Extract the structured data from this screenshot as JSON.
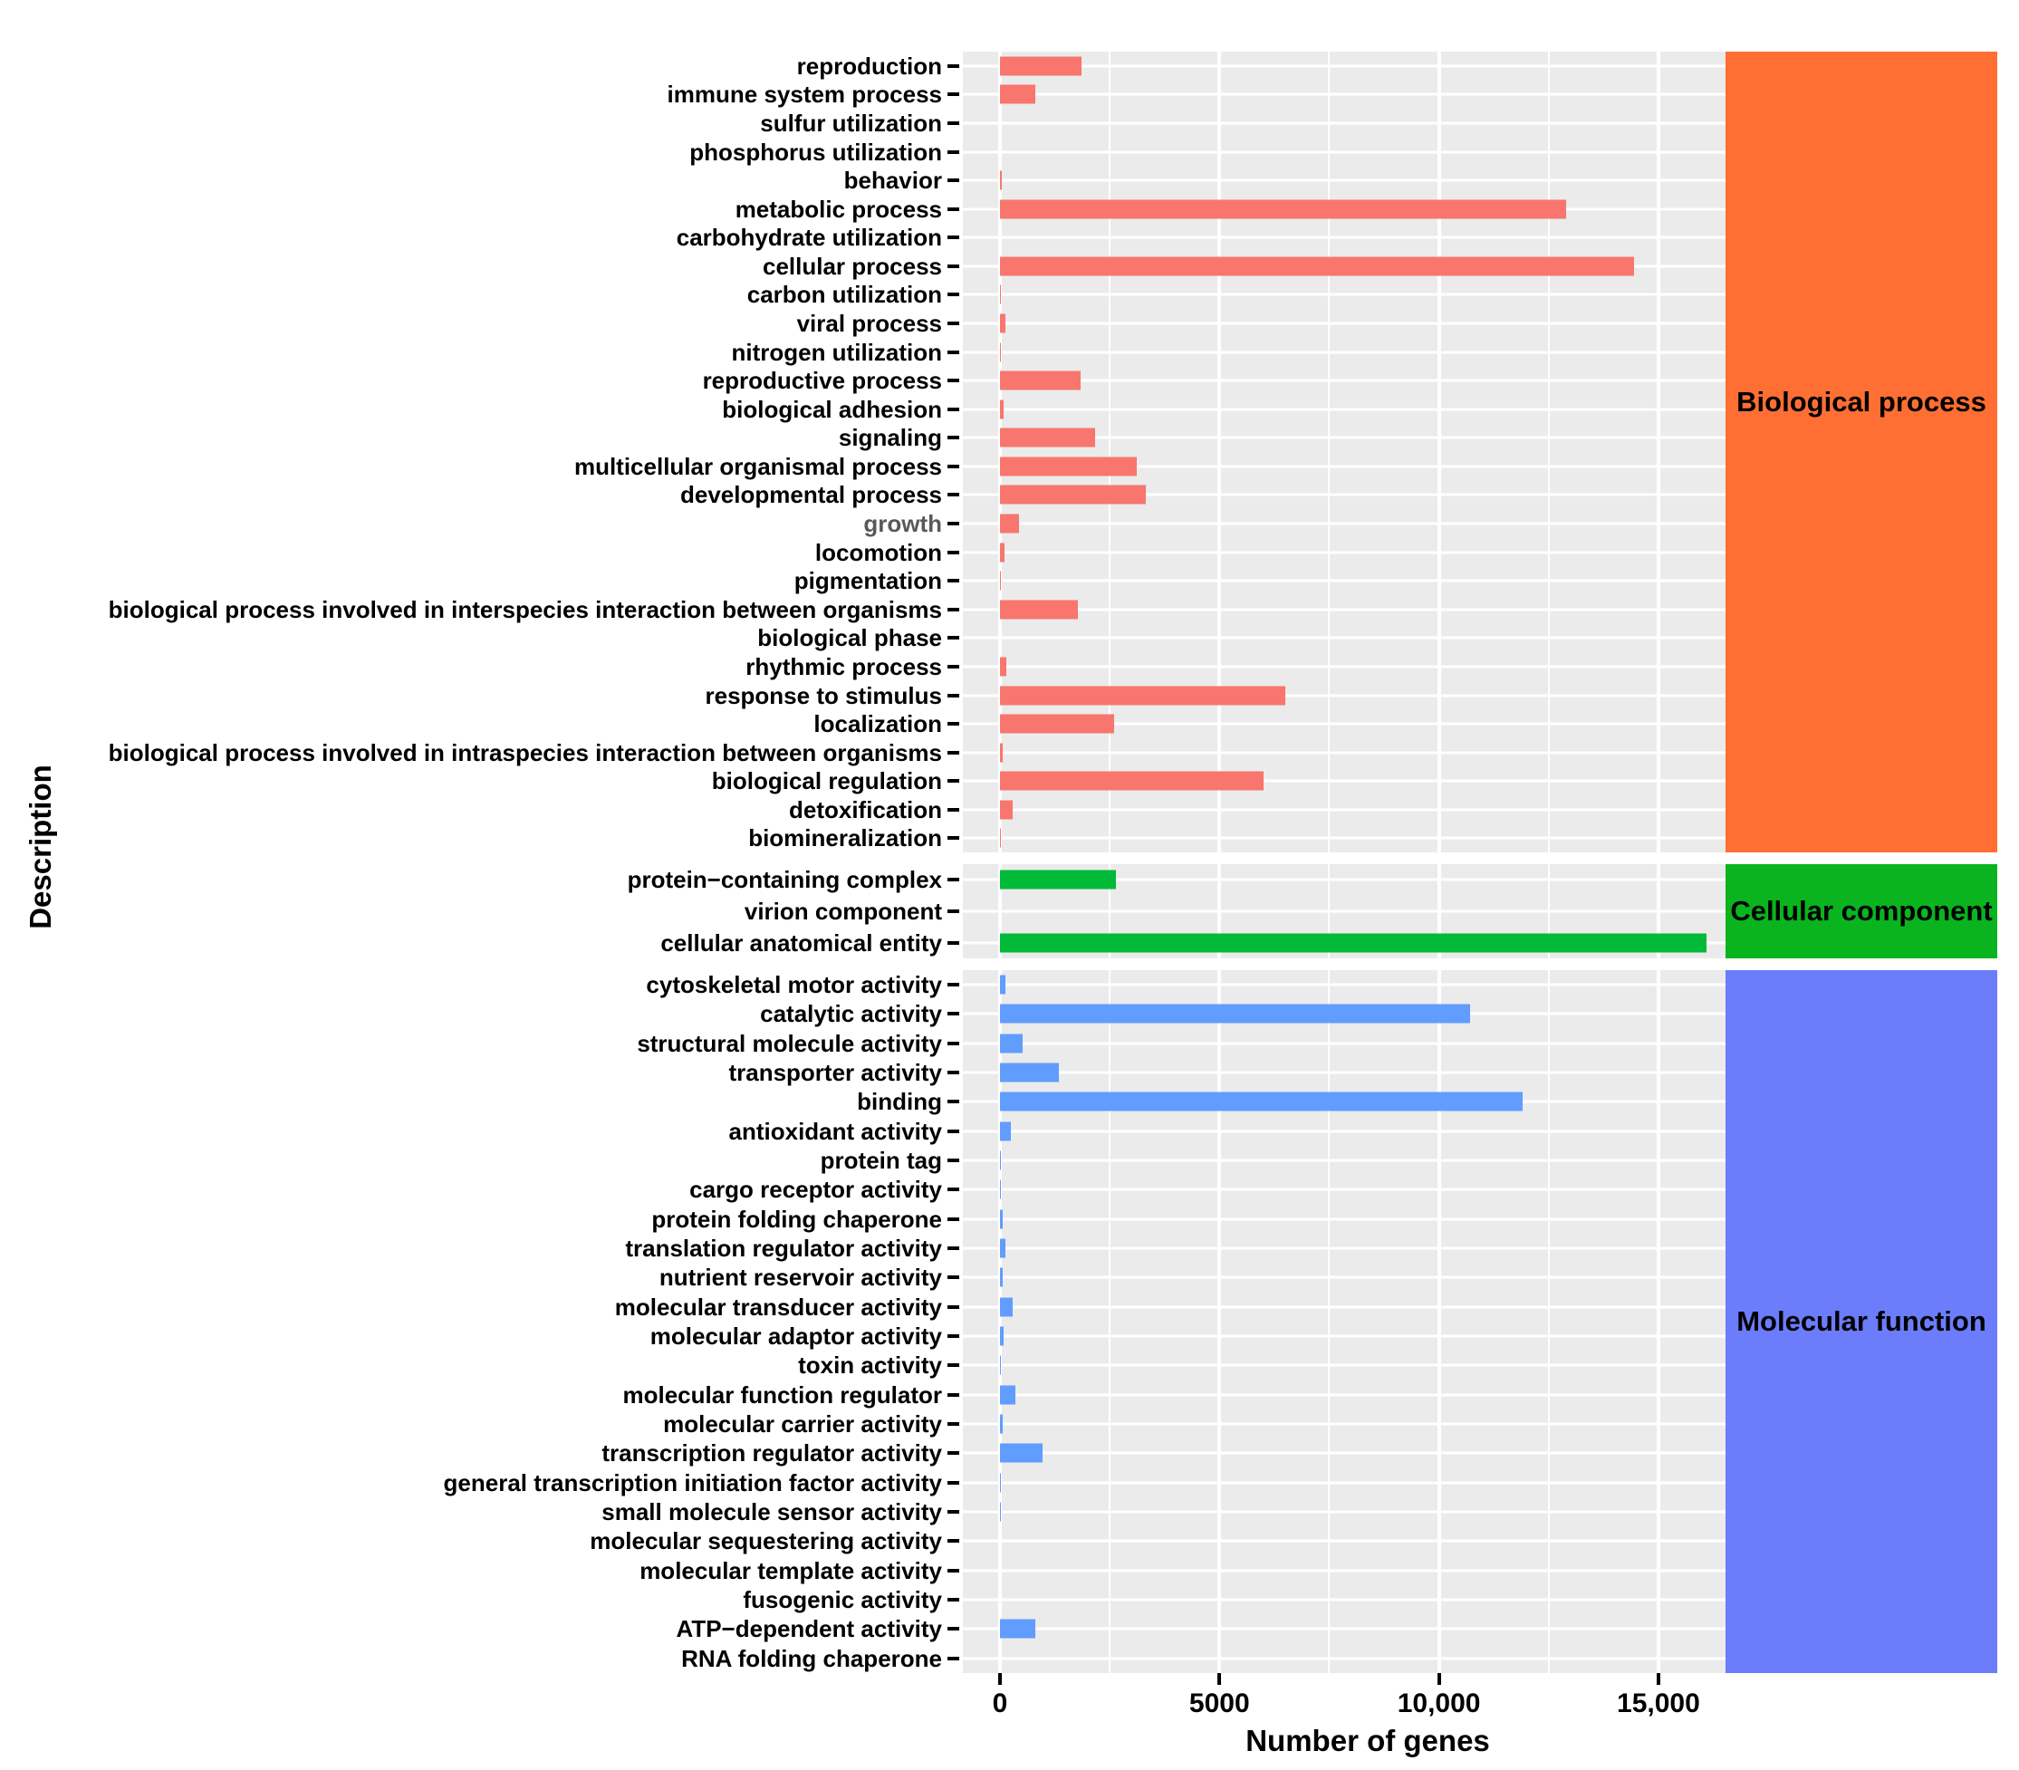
{
  "colors": {
    "panel_background": "#EBEBEB",
    "gridline": "#FFFFFF",
    "biological_process_bar": "#F8766D",
    "cellular_component_bar": "#00BA38",
    "molecular_function_bar": "#619CFF",
    "biological_process_strip": "#FF6F33",
    "cellular_component_strip": "#0AB41E",
    "molecular_function_strip": "#6B7DFB",
    "text": "#000000",
    "muted_label": "#595959"
  },
  "chart_data": {
    "type": "bar",
    "orientation": "horizontal",
    "title": "",
    "xlabel": "Number of genes",
    "ylabel": "Description",
    "xlim": [
      0,
      16600
    ],
    "grid": true,
    "legend": "none",
    "x_ticks": [
      {
        "value": 0,
        "label": "0"
      },
      {
        "value": 5000,
        "label": "5000"
      },
      {
        "value": 10000,
        "label": "10,000"
      },
      {
        "value": 15000,
        "label": "15,000"
      }
    ],
    "minor_gridline_values": [
      2500,
      7500,
      12500
    ],
    "muted_category": "growth",
    "facets": [
      {
        "name": "Biological process",
        "strip_color": "#FF6F33",
        "bar_color": "#F8766D",
        "categories": [
          "reproduction",
          "immune system process",
          "sulfur utilization",
          "phosphorus utilization",
          "behavior",
          "metabolic process",
          "carbohydrate utilization",
          "cellular process",
          "carbon utilization",
          "viral process",
          "nitrogen utilization",
          "reproductive process",
          "biological adhesion",
          "signaling",
          "multicellular organismal process",
          "developmental process",
          "growth",
          "locomotion",
          "pigmentation",
          "biological process involved in interspecies interaction between organisms",
          "biological phase",
          "rhythmic process",
          "response to stimulus",
          "localization",
          "biological process involved in intraspecies interaction between organisms",
          "biological regulation",
          "detoxification",
          "biomineralization"
        ],
        "values": [
          1850,
          800,
          0,
          0,
          50,
          12900,
          0,
          14450,
          30,
          130,
          10,
          1840,
          80,
          2170,
          3120,
          3330,
          430,
          100,
          20,
          1780,
          0,
          150,
          6500,
          2600,
          60,
          6000,
          290,
          20
        ]
      },
      {
        "name": "Cellular component",
        "strip_color": "#0AB41E",
        "bar_color": "#00BA38",
        "categories": [
          "protein−containing complex",
          "virion component",
          "cellular anatomical entity"
        ],
        "values": [
          2650,
          0,
          16100
        ]
      },
      {
        "name": "Molecular function",
        "strip_color": "#6B7DFB",
        "bar_color": "#619CFF",
        "categories": [
          "cytoskeletal motor activity",
          "catalytic activity",
          "structural molecule activity",
          "transporter activity",
          "binding",
          "antioxidant activity",
          "protein tag",
          "cargo receptor activity",
          "protein folding chaperone",
          "translation regulator activity",
          "nutrient reservoir activity",
          "molecular transducer activity",
          "molecular adaptor activity",
          "toxin activity",
          "molecular function regulator",
          "molecular carrier activity",
          "transcription regulator activity",
          "general transcription initiation factor activity",
          "small molecule sensor activity",
          "molecular sequestering activity",
          "molecular template activity",
          "fusogenic activity",
          "ATP−dependent activity",
          "RNA folding chaperone"
        ],
        "values": [
          130,
          10700,
          520,
          1340,
          11900,
          240,
          20,
          15,
          60,
          130,
          60,
          290,
          85,
          20,
          350,
          60,
          970,
          10,
          30,
          0,
          0,
          0,
          800,
          0
        ]
      }
    ]
  }
}
